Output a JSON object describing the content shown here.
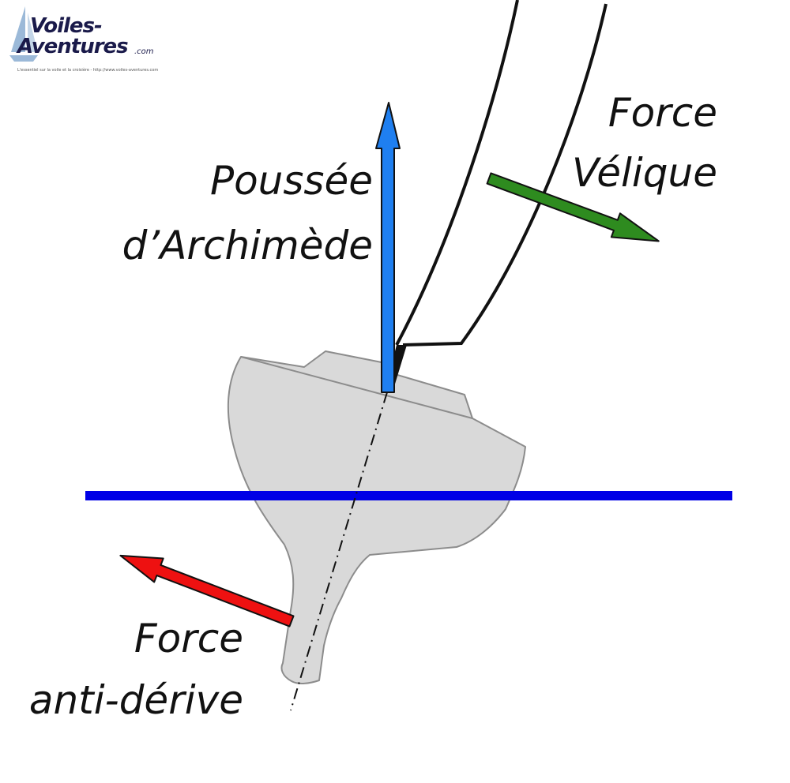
{
  "logo": {
    "line1": "Voiles-",
    "line2": "Aventures",
    "suffix": ".com",
    "tagline": "L'essentiel sur la voile et la croisière - http://www.voiles-aventures.com"
  },
  "labels": {
    "poussee_line1": "Poussée",
    "poussee_line2": "d’Archimède",
    "velique_line1": "Force",
    "velique_line2": "Vélique",
    "antiderive_line1": "Force",
    "antiderive_line2": "anti-dérive"
  },
  "colors": {
    "hull_fill": "#d9d9d9",
    "hull_stroke": "#8c8c8c",
    "waterline": "#0000e6",
    "archimede_arrow": "#1f7ff0",
    "velique_arrow": "#2e8b1f",
    "antiderive_arrow": "#ee1111",
    "sail": "#111111"
  }
}
